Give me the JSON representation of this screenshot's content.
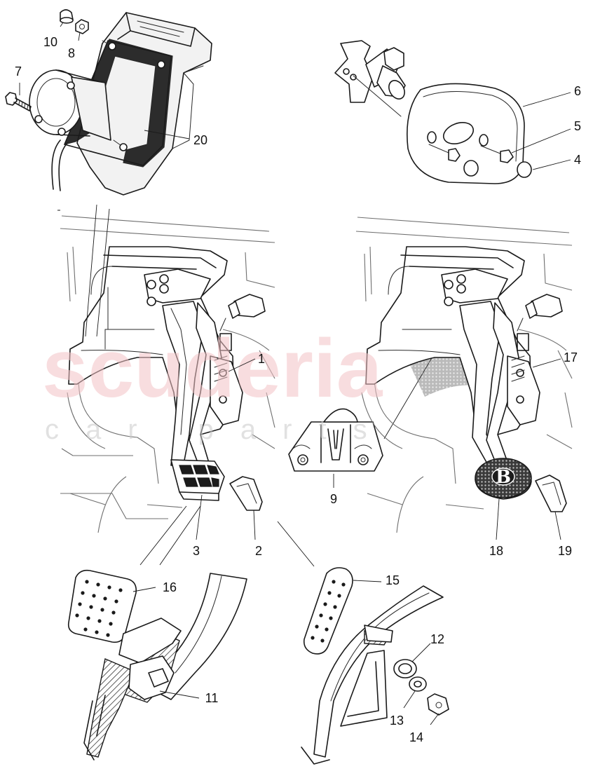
{
  "callouts": [
    {
      "id": "c1",
      "label": "1"
    },
    {
      "id": "c2",
      "label": "2"
    },
    {
      "id": "c3",
      "label": "3"
    },
    {
      "id": "c4",
      "label": "4"
    },
    {
      "id": "c5",
      "label": "5"
    },
    {
      "id": "c6",
      "label": "6"
    },
    {
      "id": "c7",
      "label": "7"
    },
    {
      "id": "c8",
      "label": "8"
    },
    {
      "id": "c9",
      "label": "9"
    },
    {
      "id": "c10",
      "label": "10"
    },
    {
      "id": "c11",
      "label": "11"
    },
    {
      "id": "c12",
      "label": "12"
    },
    {
      "id": "c13",
      "label": "13"
    },
    {
      "id": "c14",
      "label": "14"
    },
    {
      "id": "c15",
      "label": "15"
    },
    {
      "id": "c16",
      "label": "16"
    },
    {
      "id": "c17",
      "label": "17"
    },
    {
      "id": "c18",
      "label": "18"
    },
    {
      "id": "c19",
      "label": "19"
    },
    {
      "id": "c20",
      "label": "20"
    }
  ],
  "watermark": {
    "main": "scuderia",
    "sub": "car parts"
  },
  "badge": {
    "letter": "B"
  },
  "colors": {
    "line": "#1a1a1a",
    "watermark_main": "#f3c3c6",
    "watermark_sub": "#c9c9c9",
    "badge_fill": "#1c1c1c"
  }
}
